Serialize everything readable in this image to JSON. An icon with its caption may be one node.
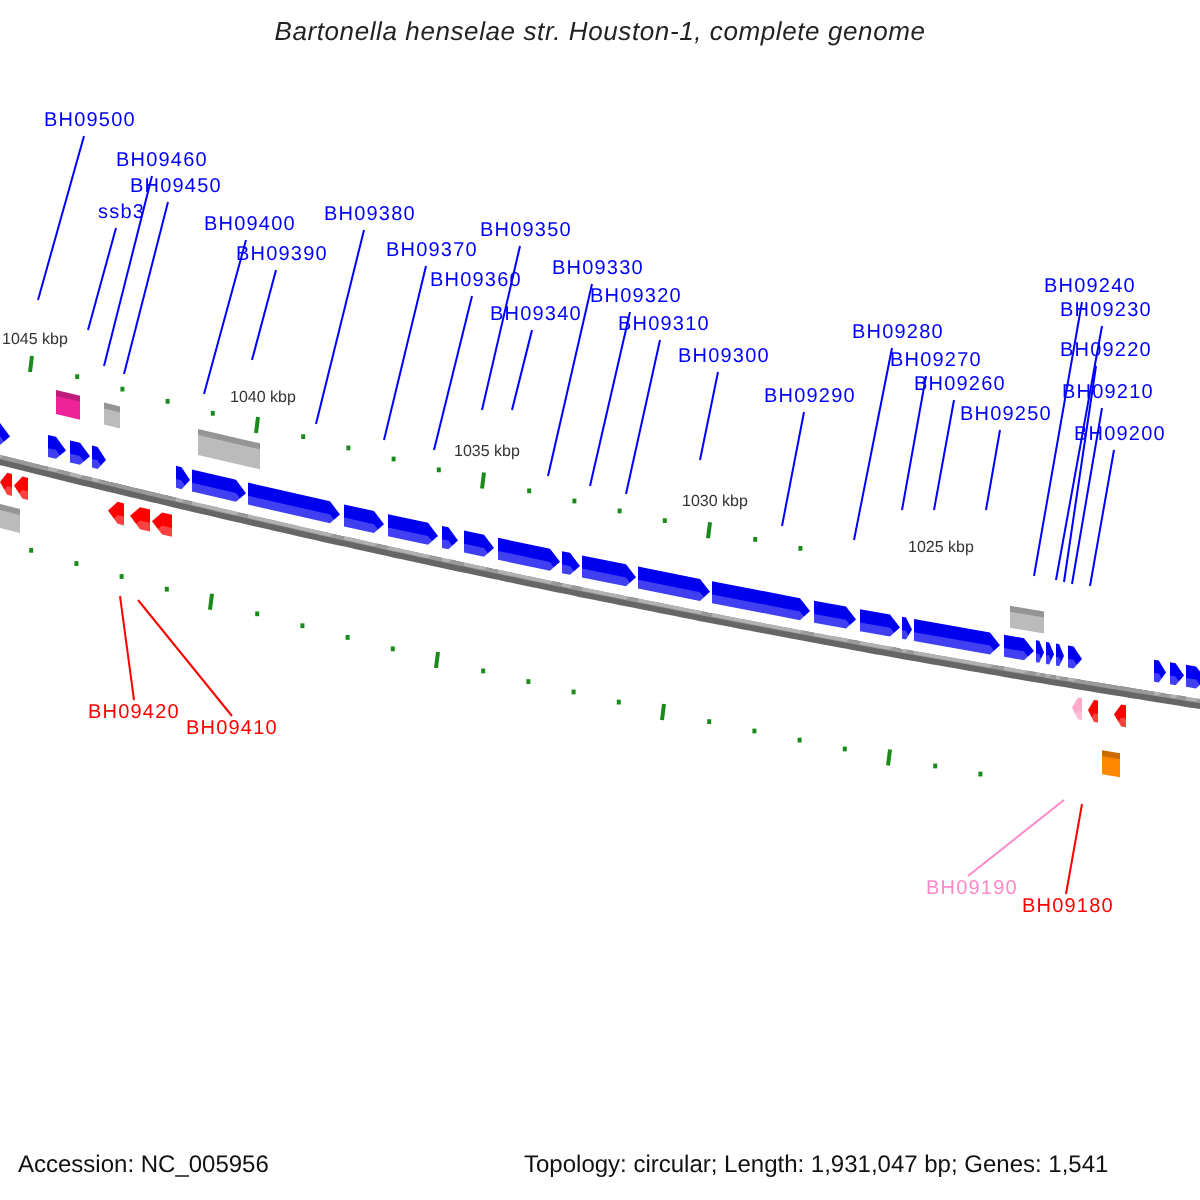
{
  "diagram": {
    "title": "Bartonella henselae str. Houston-1, complete genome",
    "nodes": [
      {
        "text": [
          "BH09500"
        ]
      },
      {
        "text": [
          "BH09460"
        ]
      },
      {
        "text": [
          "BH09450"
        ]
      },
      {
        "text": [
          "ssb3"
        ]
      },
      {
        "text": [
          "BH09400"
        ]
      },
      {
        "text": [
          "BH09390"
        ]
      },
      {
        "text": [
          "BH09380"
        ]
      },
      {
        "text": [
          "BH09370"
        ]
      },
      {
        "text": [
          "BH09360"
        ]
      },
      {
        "text": [
          "BH09350"
        ]
      },
      {
        "text": [
          "BH09340"
        ]
      },
      {
        "text": [
          "BH09330"
        ]
      },
      {
        "text": [
          "BH09320"
        ]
      },
      {
        "text": [
          "BH09310"
        ]
      },
      {
        "text": [
          "BH09300"
        ]
      },
      {
        "text": [
          "BH09290"
        ]
      },
      {
        "text": [
          "BH09280"
        ]
      },
      {
        "text": [
          "BH09270"
        ]
      },
      {
        "text": [
          "BH09260"
        ]
      },
      {
        "text": [
          "BH09250"
        ]
      },
      {
        "text": [
          "BH09240"
        ]
      },
      {
        "text": [
          "BH09230"
        ]
      },
      {
        "text": [
          "BH09220"
        ]
      },
      {
        "text": [
          "BH09210"
        ]
      },
      {
        "text": [
          "BH09200"
        ]
      },
      {
        "text": [
          "BH09420"
        ]
      },
      {
        "text": [
          "BH09410"
        ]
      },
      {
        "text": [
          "BH09190"
        ]
      },
      {
        "text": [
          "BH09180"
        ]
      }
    ],
    "edges": [
      {
        "from": 0,
        "to": null,
        "arrow": "none"
      },
      {
        "from": 1,
        "to": null,
        "arrow": "none"
      },
      {
        "from": 2,
        "to": null,
        "arrow": "none"
      },
      {
        "from": 3,
        "to": null,
        "arrow": "none"
      },
      {
        "from": 4,
        "to": null,
        "arrow": "none"
      },
      {
        "from": 5,
        "to": null,
        "arrow": "none"
      },
      {
        "from": 6,
        "to": null,
        "arrow": "none"
      },
      {
        "from": 7,
        "to": null,
        "arrow": "none"
      },
      {
        "from": 8,
        "to": null,
        "arrow": "none"
      },
      {
        "from": 9,
        "to": null,
        "arrow": "none"
      },
      {
        "from": 10,
        "to": null,
        "arrow": "none"
      },
      {
        "from": 11,
        "to": null,
        "arrow": "none"
      },
      {
        "from": 12,
        "to": null,
        "arrow": "none"
      },
      {
        "from": 13,
        "to": null,
        "arrow": "none"
      },
      {
        "from": 14,
        "to": null,
        "arrow": "none"
      },
      {
        "from": 15,
        "to": null,
        "arrow": "none"
      },
      {
        "from": 16,
        "to": null,
        "arrow": "none"
      },
      {
        "from": 17,
        "to": null,
        "arrow": "none"
      },
      {
        "from": 18,
        "to": null,
        "arrow": "none"
      },
      {
        "from": 19,
        "to": null,
        "arrow": "none"
      },
      {
        "from": 20,
        "to": null,
        "arrow": "none"
      },
      {
        "from": 21,
        "to": null,
        "arrow": "none"
      },
      {
        "from": 22,
        "to": null,
        "arrow": "none"
      },
      {
        "from": 23,
        "to": null,
        "arrow": "none"
      },
      {
        "from": 24,
        "to": null,
        "arrow": "none"
      },
      {
        "from": 25,
        "to": null,
        "arrow": "none",
        "color": "#ff0000"
      },
      {
        "from": 26,
        "to": null,
        "arrow": "none",
        "color": "#ff0000"
      },
      {
        "from": 27,
        "to": null,
        "arrow": "none",
        "color": "#ff88c8"
      },
      {
        "from": 28,
        "to": null,
        "arrow": "none",
        "color": "#ff0000"
      }
    ],
    "labels": [
      "1045 kbp",
      "1040 kbp",
      "1035 kbp",
      "1030 kbp",
      "1025 kbp",
      "Accession: NC_005956",
      "Topology: circular; Length: 1,931,047 bp; Genes: 1,541"
    ]
  }
}
